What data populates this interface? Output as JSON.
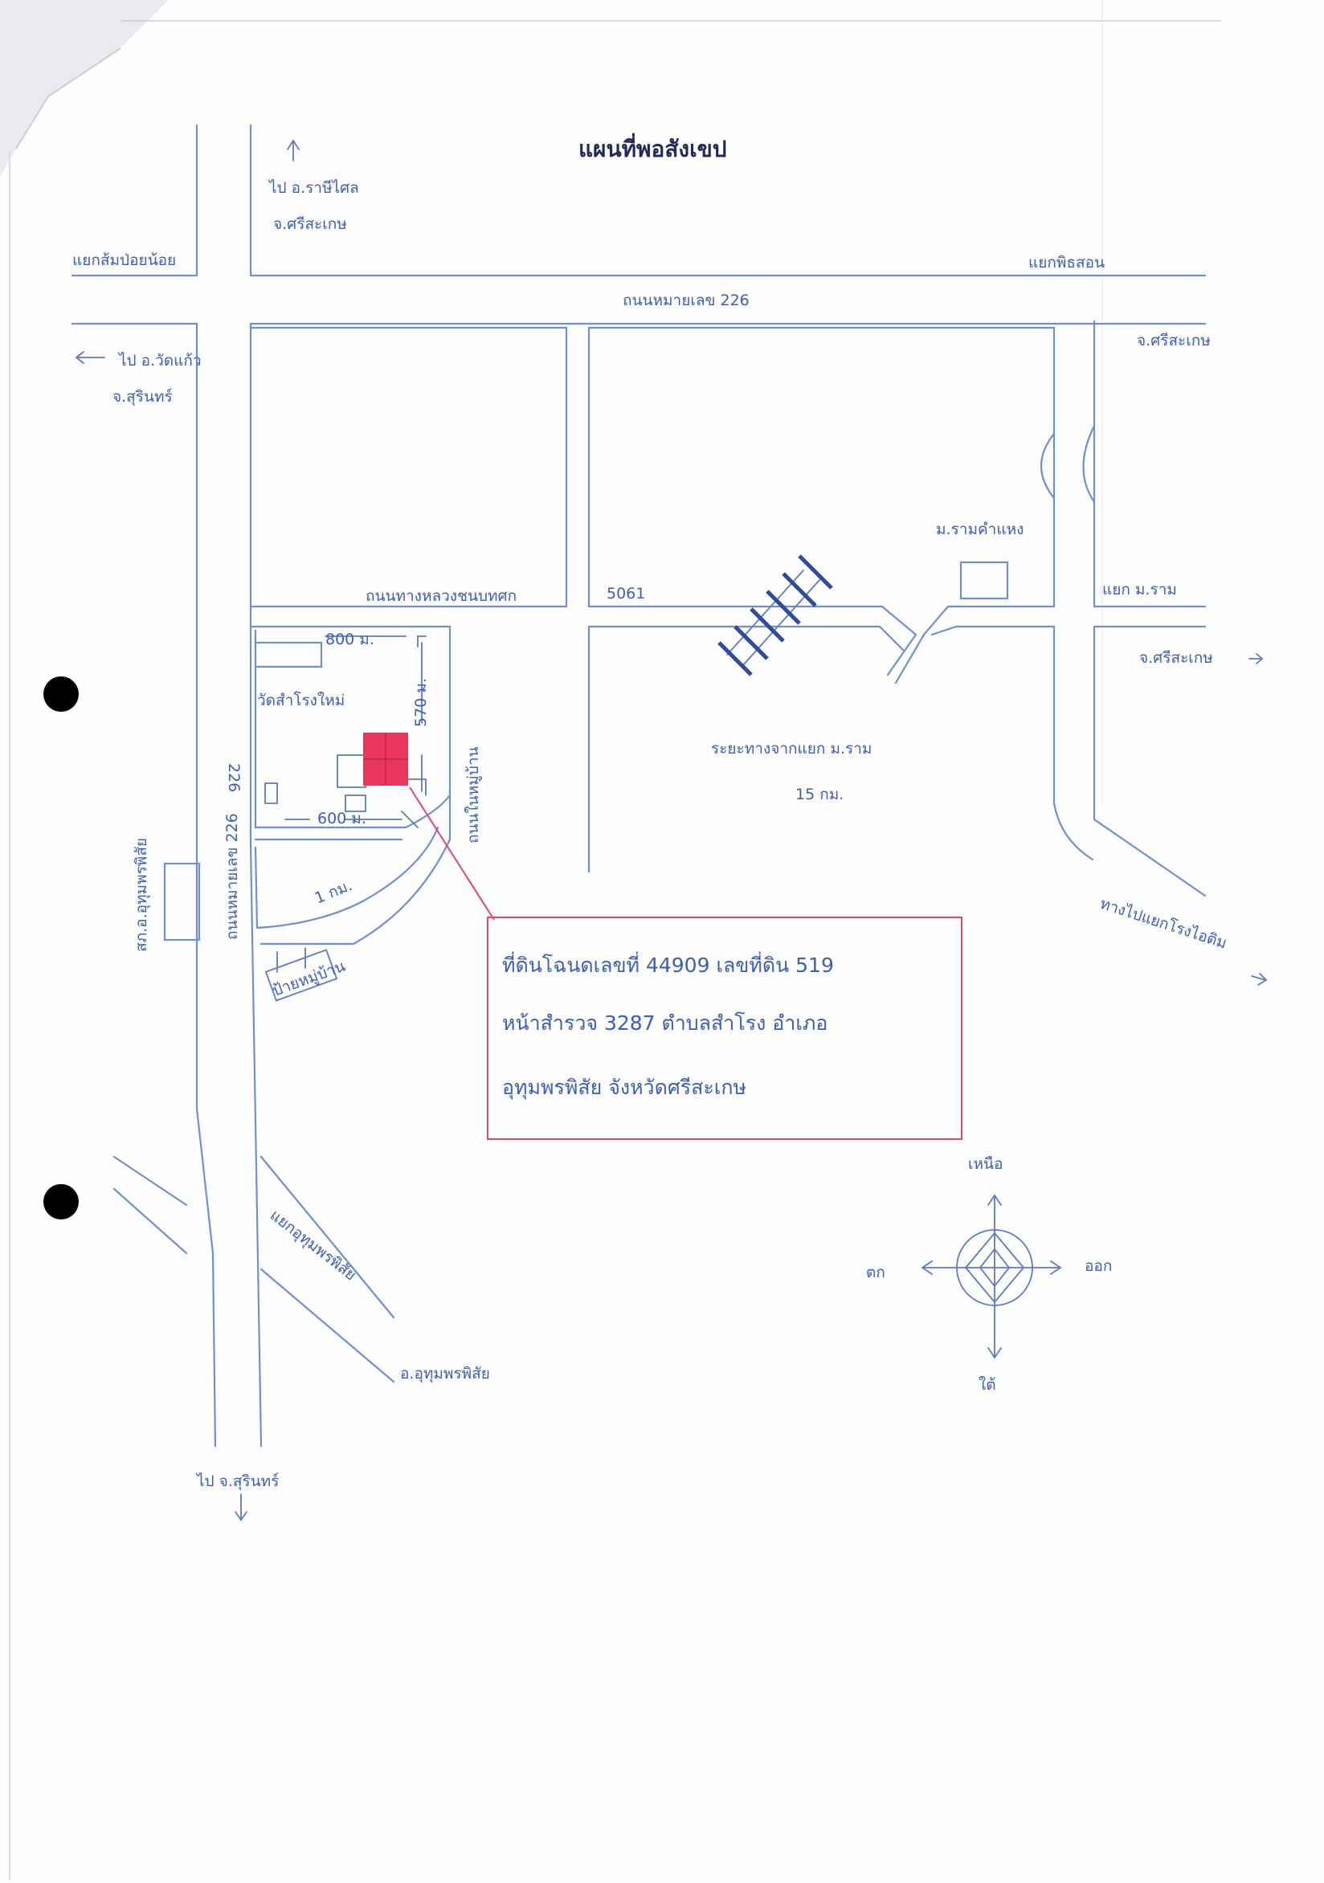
{
  "map": {
    "title": "แผนที่พอสังเขป",
    "top_direction": {
      "line1": "ไป อ.ราษีไศล",
      "line2": "จ.ศรีสะเกษ"
    },
    "labels": {
      "junction_top_left": "แยกส้มป่อยน้อย",
      "junction_top_right": "แยกพิธสอน",
      "highway_226_top": "ถนนหมายเลข 226",
      "west_direction_line1": "ไป อ.วัดแก้ว",
      "west_direction_line2": "จ.สุรินทร์",
      "east_direction_top": "จ.ศรีสะเกษ",
      "school": "ม.รามคำแหง",
      "rural_road": "ถนนทางหลวงชนบทศก",
      "road_5061": "5061",
      "junction_east": "แยก ม.ราม",
      "east_direction_mid": "จ.ศรีสะเกษ",
      "dist_top": "800 ม.",
      "dist_right": "570 ม.",
      "dist_bottom": "600 ม.",
      "dist_curve": "1 กม.",
      "temple": "วัดสำโรงใหม่",
      "village_road": "ถนนในหมู่บ้าน",
      "distance_note_line1": "ระยะทางจากแยก ม.ราม",
      "distance_note_line2": "15 กม.",
      "highway_226_vertical": "ถนนหมายเลข 226",
      "highway_226_vertical_num": "226",
      "police_station": "สภ.อ.อุทุมพรพิสัย",
      "sign": "ป้ายหมู่บ้าน",
      "junction_ne_diag": "ทางไปแยกโรงไอติม",
      "junction_uthumphon": "แยกอุทุมพรพิสัย",
      "district_bottom": "อ.อุทุมพรพิสัย",
      "south_direction": "ไป จ.สุรินทร์"
    },
    "land_info": {
      "line1": "ที่ดินโฉนดเลขที่  44909  เลขที่ดิน  519",
      "line2": "หน้าสำรวจ  3287  ตำบลสำโรง  อำเภอ",
      "line3": "อุทุมพรพิสัย  จังหวัดศรีสะเกษ"
    },
    "compass": {
      "north": "เหนือ",
      "south": "ใต้",
      "east": "ออก",
      "west": "ตก"
    },
    "colors": {
      "ink": "#3a5fb8",
      "road": "#6f8fd3",
      "plot": "#e8365f",
      "box": "#e0466f"
    }
  }
}
